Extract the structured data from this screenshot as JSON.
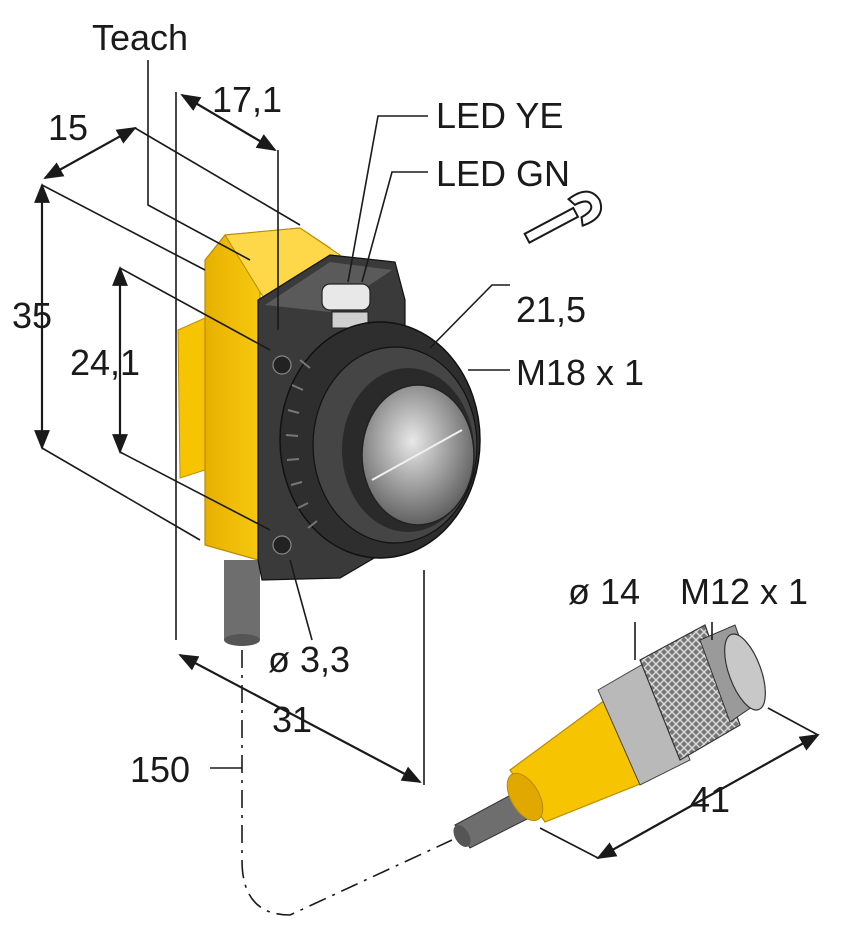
{
  "labels": {
    "teach": "Teach",
    "dim_17_1": "17,1",
    "dim_15": "15",
    "led_ye": "LED YE",
    "led_gn": "LED GN",
    "dim_35": "35",
    "dim_24_1": "24,1",
    "dim_21_5": "21,5",
    "thread_m18": "M18 x 1",
    "dim_d3_3": "ø 3,3",
    "dim_31": "31",
    "dim_150": "150",
    "dim_d14": "ø 14",
    "thread_m12": "M12 x 1",
    "dim_41": "41"
  },
  "colors": {
    "housing_yellow": "#f6c400",
    "housing_yellow_dark": "#d9a400",
    "body_dark": "#3a3a3a",
    "body_mid": "#5a5a5a",
    "lens": "#9a9a9a",
    "cable": "#6e6e6e",
    "nut_gray": "#b9b9b9",
    "line": "#1a1a1a"
  },
  "icons": {
    "wrench": "wrench-icon"
  }
}
